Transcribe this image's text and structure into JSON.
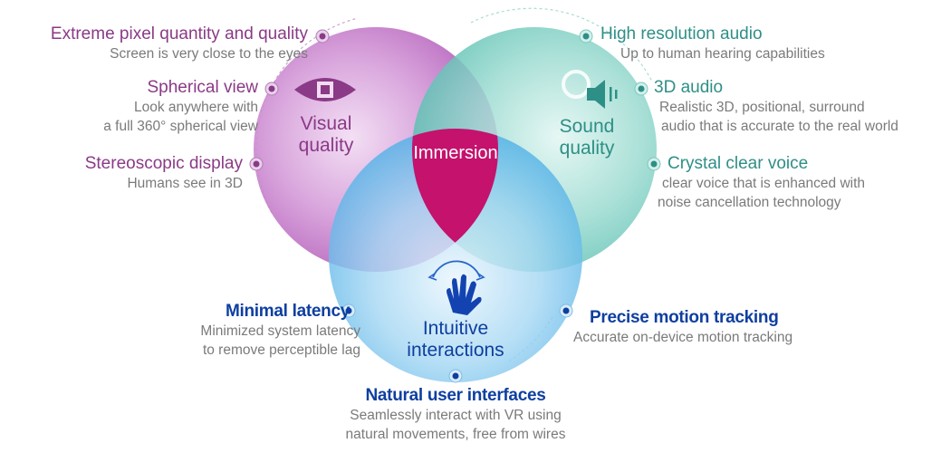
{
  "colors": {
    "visual": "#b15ab8",
    "sound": "#5cc0b2",
    "interaction": "#4fb0e6",
    "immersion": "#c4126d",
    "visual_text": "#8a3a86",
    "sound_text": "#2e8f86",
    "interaction_text": "#0e3fa0"
  },
  "circles": {
    "visual": {
      "line1": "Visual",
      "line2": "quality",
      "icon": "eye-icon"
    },
    "sound": {
      "line1": "Sound",
      "line2": "quality",
      "icon": "speaker-icon"
    },
    "interaction": {
      "line1": "Intuitive",
      "line2": "interactions",
      "icon": "hand-icon"
    },
    "center": {
      "label": "Immersion"
    }
  },
  "visual_items": [
    {
      "title": "Extreme pixel quantity and quality",
      "desc": [
        "Screen is very close to the eyes"
      ]
    },
    {
      "title": "Spherical view",
      "desc": [
        "Look anywhere with",
        "a full 360° spherical view"
      ]
    },
    {
      "title": "Stereoscopic display",
      "desc": [
        "Humans see in 3D"
      ]
    }
  ],
  "sound_items": [
    {
      "title": "High resolution audio",
      "desc": [
        "Up to human hearing capabilities"
      ]
    },
    {
      "title": "3D audio",
      "desc": [
        "Realistic 3D, positional, surround",
        "audio that is accurate to the real world"
      ]
    },
    {
      "title": "Crystal clear voice",
      "desc": [
        "clear voice that is enhanced with",
        "noise cancellation technology"
      ]
    }
  ],
  "interaction_items": [
    {
      "title": "Minimal latency",
      "desc": [
        "Minimized system latency",
        "to remove perceptible lag"
      ]
    },
    {
      "title": "Precise motion tracking",
      "desc": [
        "Accurate on-device motion tracking"
      ]
    },
    {
      "title": "Natural user interfaces",
      "desc": [
        "Seamlessly interact with VR using",
        "natural movements, free from wires"
      ]
    }
  ]
}
